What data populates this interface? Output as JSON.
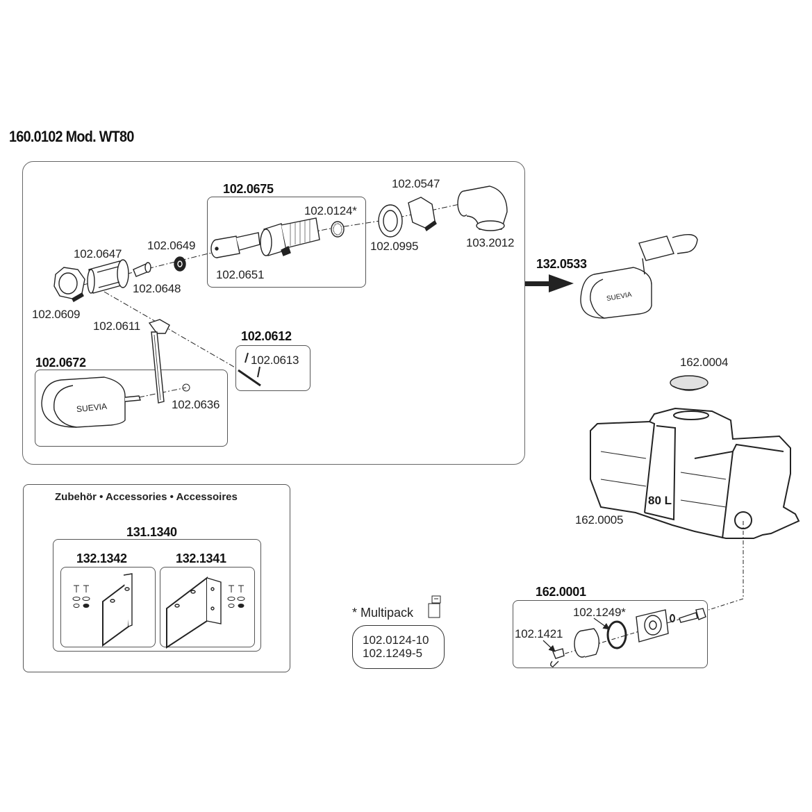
{
  "title": "160.0102 Mod. WT80",
  "main_assembly": {
    "parts": {
      "p0675": "102.0675",
      "p0124": "102.0124*",
      "p0651": "102.0651",
      "p0547": "102.0547",
      "p0995": "102.0995",
      "p2012": "103.2012",
      "p0647": "102.0647",
      "p0649": "102.0649",
      "p0648": "102.0648",
      "p0609": "102.0609",
      "p0611": "102.0611",
      "p0612": "102.0612",
      "p0613": "102.0613",
      "p0672": "102.0672",
      "p0636": "102.0636"
    },
    "float_brand": "SUEVIA"
  },
  "complete_valve": {
    "part": "132.0533",
    "brand": "SUEVIA"
  },
  "trough": {
    "lid": "162.0004",
    "body": "162.0005",
    "capacity": "80 L"
  },
  "drain_kit": {
    "part": "162.0001",
    "oring": "102.1249*",
    "wingnut": "102.1421"
  },
  "accessories": {
    "heading": "Zubehör • Accessories • Accessoires",
    "set": "131.1340",
    "items": [
      "132.1342",
      "132.1341"
    ]
  },
  "multipack": {
    "label": "* Multipack",
    "codes": [
      "102.0124-10",
      "102.1249-5"
    ]
  }
}
